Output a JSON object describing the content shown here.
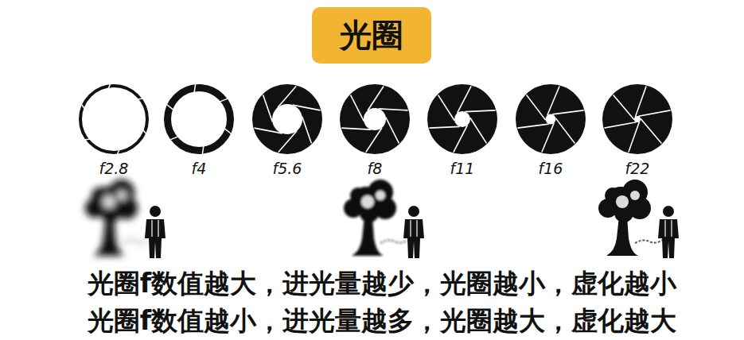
{
  "diagram": {
    "title": "光圈",
    "labels": [
      "f2.8",
      "f4",
      "f5.6",
      "f8",
      "f11",
      "f16",
      "f22",
      "光圈f数值越大，进光量越少，光圈越小，虚化越小",
      "光圈f数值越小，进光量越多，光圈越大，虚化越大"
    ]
  }
}
